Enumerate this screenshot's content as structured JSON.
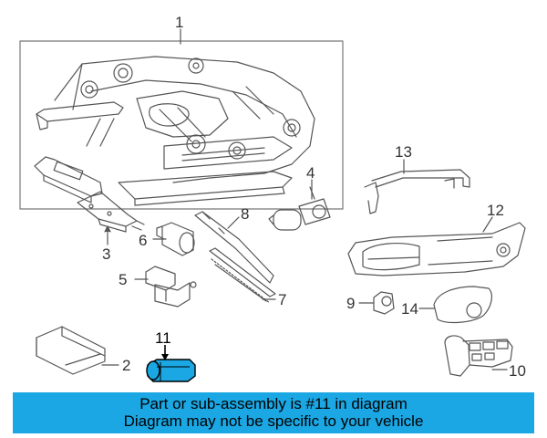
{
  "callouts": [
    "1",
    "2",
    "3",
    "4",
    "5",
    "6",
    "7",
    "8",
    "9",
    "10",
    "11",
    "12",
    "13",
    "14"
  ],
  "highlighted_part": "11",
  "banner": {
    "line1": "Part or sub-assembly is #11 in diagram",
    "line2": "Diagram may not be specific to your vehicle",
    "color": "#1aa7e3"
  },
  "highlight_color": "#1aa7e3"
}
